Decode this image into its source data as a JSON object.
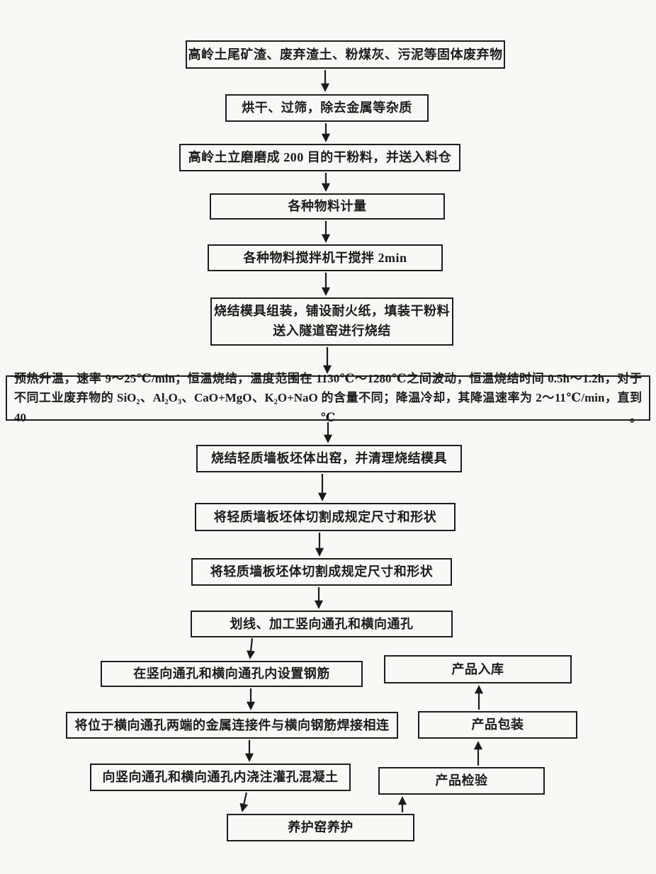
{
  "diagram": {
    "type": "flowchart",
    "direction": "top-down",
    "colors": {
      "ink": "#1c1c1c",
      "paper": "#f8f8f5"
    },
    "nodes": [
      {
        "id": "solid-waste-input",
        "text": "高岭土尾矿渣、废弃渣土、粉煤灰、污泥等固体废弃物"
      },
      {
        "id": "dry-and-sieve",
        "text": "烘干、过筛，除去金属等杂质"
      },
      {
        "id": "grind-to-200-mesh",
        "text": "高岭土立磨磨成 200 目的干粉料，并送入料仓"
      },
      {
        "id": "material-metering",
        "text": "各种物料计量"
      },
      {
        "id": "dry-mix-2min",
        "text": "各种物料搅拌机干搅拌 2min"
      },
      {
        "id": "mold-assembly",
        "lines": [
          "烧结模具组装，铺设耐火纸，填装干粉料",
          "送入隧道窑进行烧结"
        ]
      },
      {
        "id": "sintering-parameters",
        "lines": [
          "预热升温，速率 9～25℃/min；恒温烧结，温度范围在 1130℃～1280℃之间波动，恒温烧结时间 0.5h～1.2h，对于",
          "不同工业废弃物的 SiO₂、Al₂O₃、CaO+MgO、K₂O+NaO 的含量不同；降温冷却，其降温速率为 2～11℃/min，直到 40℃。"
        ]
      },
      {
        "id": "kiln-exit-clean-mold",
        "text": "烧结轻质墙板坯体出窑，并清理烧结模具"
      },
      {
        "id": "cut-to-size-1",
        "text": "将轻质墙板坯体切割成规定尺寸和形状"
      },
      {
        "id": "cut-to-size-2",
        "text": "将轻质墙板坯体切割成规定尺寸和形状"
      },
      {
        "id": "scribe-machine-holes",
        "text": "划线、加工竖向通孔和横向通孔"
      },
      {
        "id": "place-rebar",
        "text": "在竖向通孔和横向通孔内设置钢筋"
      },
      {
        "id": "weld-connectors",
        "text": "将位于横向通孔两端的金属连接件与横向钢筋焊接相连"
      },
      {
        "id": "pour-concrete",
        "text": "向竖向通孔和横向通孔内浇注灌孔混凝土"
      },
      {
        "id": "curing-kiln",
        "text": "养护窑养护"
      },
      {
        "id": "product-inspection",
        "text": "产品检验"
      },
      {
        "id": "product-packaging",
        "text": "产品包装"
      },
      {
        "id": "product-storage",
        "text": "产品入库"
      }
    ],
    "edges": [
      {
        "from": "solid-waste-input",
        "to": "dry-and-sieve"
      },
      {
        "from": "dry-and-sieve",
        "to": "grind-to-200-mesh"
      },
      {
        "from": "grind-to-200-mesh",
        "to": "material-metering"
      },
      {
        "from": "material-metering",
        "to": "dry-mix-2min"
      },
      {
        "from": "dry-mix-2min",
        "to": "mold-assembly"
      },
      {
        "from": "mold-assembly",
        "to": "sintering-parameters"
      },
      {
        "from": "sintering-parameters",
        "to": "kiln-exit-clean-mold"
      },
      {
        "from": "kiln-exit-clean-mold",
        "to": "cut-to-size-1"
      },
      {
        "from": "cut-to-size-1",
        "to": "cut-to-size-2"
      },
      {
        "from": "cut-to-size-2",
        "to": "scribe-machine-holes"
      },
      {
        "from": "scribe-machine-holes",
        "to": "place-rebar"
      },
      {
        "from": "place-rebar",
        "to": "weld-connectors"
      },
      {
        "from": "weld-connectors",
        "to": "pour-concrete"
      },
      {
        "from": "pour-concrete",
        "to": "curing-kiln"
      },
      {
        "from": "curing-kiln",
        "to": "product-inspection"
      },
      {
        "from": "product-inspection",
        "to": "product-packaging"
      },
      {
        "from": "product-packaging",
        "to": "product-storage"
      }
    ]
  }
}
